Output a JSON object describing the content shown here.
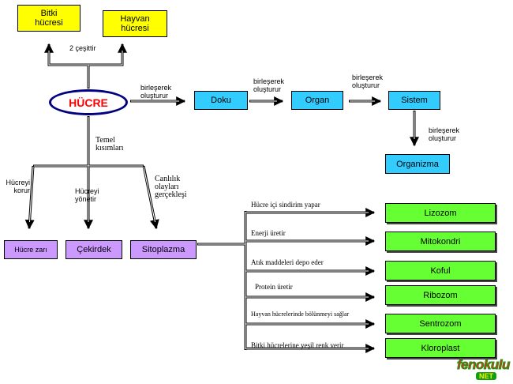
{
  "center": {
    "label": "HÜCRE"
  },
  "types": {
    "note": "2 çeşittir",
    "items": [
      "Bitki\nhücresi",
      "Hayvan\nhücresi"
    ]
  },
  "levels": {
    "items": [
      "Doku",
      "Organ",
      "Sistem",
      "Organizma"
    ],
    "connector": "birleşerek\noluşturur"
  },
  "parts": {
    "note": "Temel\nkısımları",
    "items": [
      {
        "label": "Hücre zarı",
        "role": "Hücreyi\nkorur"
      },
      {
        "label": "Çekirdek",
        "role": "Hücreyi\nyönetir"
      },
      {
        "label": "Sitoplazma",
        "role": "Canlılık\nolayları\ngerçekleşi"
      }
    ]
  },
  "organelles": [
    {
      "name": "Lizozom",
      "function": "Hücre içi sindirim yapar"
    },
    {
      "name": "Mitokondri",
      "function": "Enerji üretir"
    },
    {
      "name": "Koful",
      "function": "Atık maddeleri depo eder"
    },
    {
      "name": "Ribozom",
      "function": "Protein üretir"
    },
    {
      "name": "Sentrozom",
      "function": "Hayvan hücrelerinde  bölünmeyi sağlar"
    },
    {
      "name": "Kloroplast",
      "function": "Bitki hücrelerine yeşil renk verir"
    }
  ],
  "logo": {
    "main": "fenokulu",
    "sub": "NET"
  },
  "colors": {
    "types": "#ffff00",
    "levels": "#33ccff",
    "parts": "#cc99ff",
    "organelles": "#66ff33",
    "center_text": "#ff0000",
    "center_border": "#000080"
  }
}
